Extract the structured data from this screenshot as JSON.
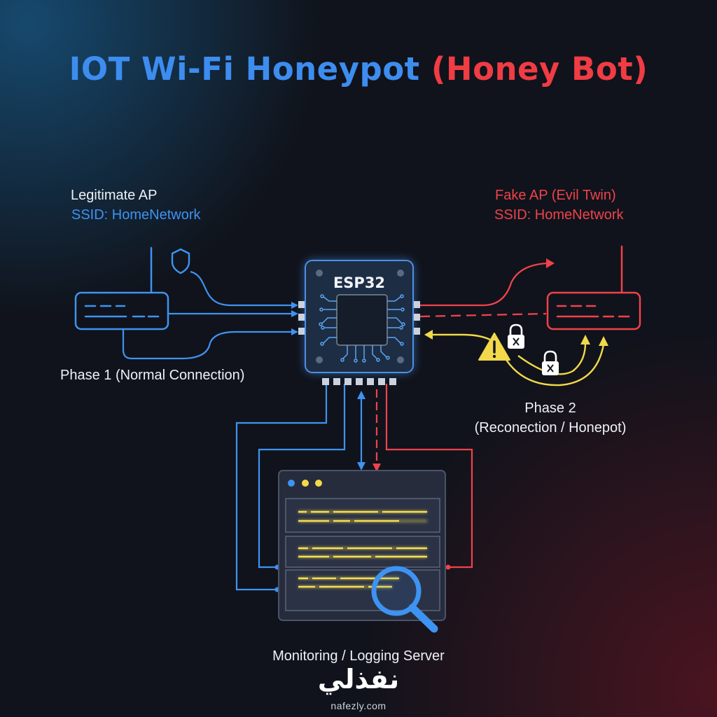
{
  "title": {
    "part1": "IOT Wi-Fi Honeypot",
    "part2": "(Honey Bot)"
  },
  "legit_ap": {
    "name": "Legitimate AP",
    "ssid": "SSID: HomeNetwork"
  },
  "fake_ap": {
    "name": "Fake AP (Evil Twin)",
    "ssid": "SSID: HomeNetwork"
  },
  "chip": {
    "label": "ESP32"
  },
  "phase1": {
    "label": "Phase 1 (Normal Connection)"
  },
  "phase2": {
    "line1": "Phase 2",
    "line2": "(Reconection / Honepot)"
  },
  "server": {
    "label": "Monitoring / Logging Server"
  },
  "brand": {
    "arabic": "نفذلي",
    "latin": "nafezly.com"
  },
  "colors": {
    "blue": "#3e93f2",
    "red": "#f0424b",
    "yellow": "#f2d94a",
    "chip": "#1d2d44",
    "server": "#262c3c"
  },
  "icons": [
    "shield-icon",
    "warning-icon",
    "lock-icon",
    "magnifier-icon",
    "router-icon",
    "chip-icon",
    "server-icon"
  ]
}
